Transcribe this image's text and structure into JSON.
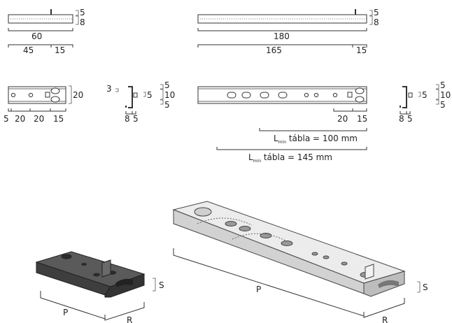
{
  "profile_small": {
    "h1": "5",
    "h2": "8"
  },
  "profile_large": {
    "h1": "5",
    "h2": "8"
  },
  "rail_small": {
    "length": "60",
    "seg1": "45",
    "seg2": "15"
  },
  "rail_large": {
    "length": "180",
    "seg1": "165",
    "seg2": "15"
  },
  "plate_small": {
    "height": "20",
    "d1": "5",
    "d2": "20",
    "d3": "20",
    "d4": "15"
  },
  "plate_large": {
    "d1": "20",
    "d2": "15"
  },
  "cross_small": {
    "gap": "3",
    "depth": "5",
    "w1": "8",
    "w2": "5",
    "h1": "5",
    "h2": "10",
    "h3": "5"
  },
  "cross_large": {
    "depth": "5",
    "w1": "8",
    "w2": "5",
    "h1": "5",
    "h2": "10",
    "h3": "5"
  },
  "min_length_1": {
    "prefix": "L",
    "sub": "min",
    "text": " tábla = 100 mm"
  },
  "min_length_2": {
    "prefix": "L",
    "sub": "min",
    "text": " tábla = 145 mm"
  },
  "iso_small": {
    "p": "P",
    "r": "R",
    "s": "S"
  },
  "iso_large": {
    "p": "P",
    "r": "R",
    "s": "S"
  },
  "colors": {
    "line": "#333333",
    "dark_part": "#4a4a4a",
    "light_part": "#e6e6e6"
  }
}
